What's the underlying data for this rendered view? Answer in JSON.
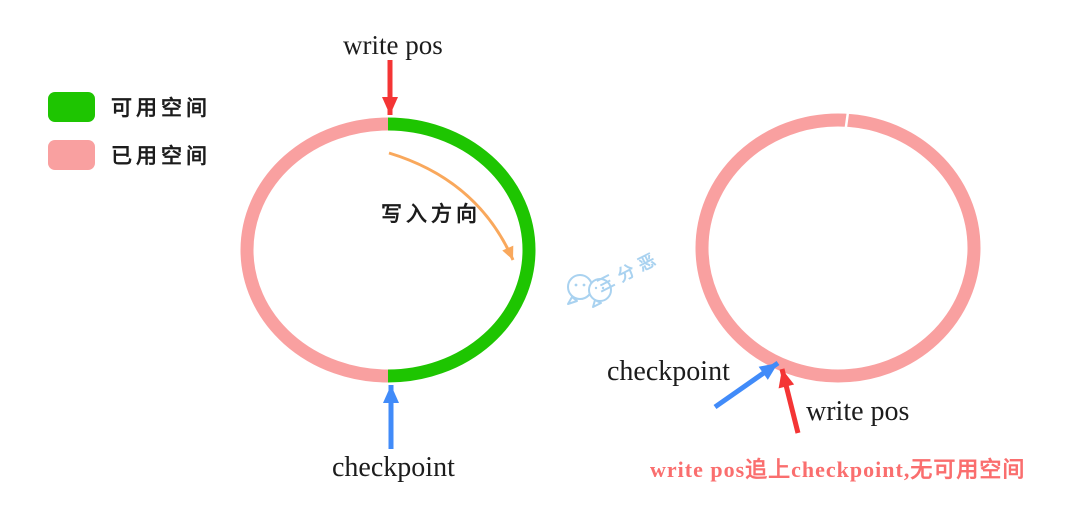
{
  "title": "redo log circular buffer diagram",
  "legend": {
    "items": [
      {
        "label": "可用空间",
        "color": "#1ec501",
        "meaning": "available space"
      },
      {
        "label": "已用空间",
        "color": "#f9a0a0",
        "meaning": "used space"
      }
    ]
  },
  "left_diagram": {
    "write_pos_label": "write pos",
    "checkpoint_label": "checkpoint",
    "write_direction_label": "写入方向"
  },
  "right_diagram": {
    "checkpoint_label": "checkpoint",
    "write_pos_label": "write pos",
    "warning_text": "write pos追上checkpoint,无可用空间"
  },
  "watermark": {
    "text": "三分恶",
    "icon": "wechat-bubbles-icon"
  },
  "colors": {
    "available_green": "#1ec501",
    "used_pink": "#f9a0a0",
    "arrow_red": "#f43535",
    "arrow_blue": "#418bf9",
    "arrow_orange": "#f9a85c",
    "warning_red": "#fa6e6e",
    "watermark_blue": "#a9d2f0",
    "text_black": "#1c1c1c"
  }
}
